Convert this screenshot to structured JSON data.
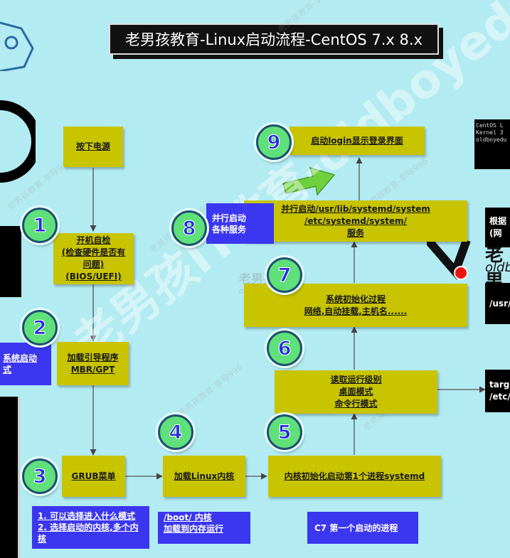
{
  "title": "老男孩教育-Linux启动流程-CentOS 7.x 8.x",
  "steps": {
    "power": "按下电源",
    "post": [
      "开机自检",
      "(检查硬件是否有",
      "问题)",
      "(BIOS/UEFI)"
    ],
    "bootloader": [
      "加载引导程序",
      "MBR/GPT"
    ],
    "grub": "GRUB菜单",
    "kernel": "加载Linux内核",
    "systemd": "内核初始化启动第1个进程systemd",
    "runlevel": [
      "读取运行级别",
      "桌面模式",
      "命令行模式"
    ],
    "sysinit": [
      "系统初始化过程",
      "网络,自动挂载,主机名......"
    ],
    "services": [
      "并行启动/usr/lib/systemd/system",
      "/etc/systemd/system/",
      "服务"
    ],
    "login": "启动login显示登录界面"
  },
  "notes": {
    "parallel": [
      "并行启动",
      "各种服务"
    ],
    "left_system": [
      "系统启动",
      "式"
    ],
    "grub_note": [
      "1. 可以选择进入什么模式",
      "2. 选择启动的内核,多个内",
      "核"
    ],
    "kernel_note": [
      "/boot/ 内核",
      "加载到内存运行"
    ],
    "c7_note": "C7 第一个启动的进程"
  },
  "right_side": {
    "rule": [
      "根据",
      "(网"
    ],
    "usr": "/usr/",
    "target": [
      "targ",
      "/etc/"
    ],
    "terminal": [
      "CentOS L",
      "Kernel 3",
      "",
      "oldboyedu"
    ],
    "logo_text": "oldb",
    "logo_cn": "老男"
  },
  "circles": [
    "1",
    "2",
    "3",
    "4",
    "5",
    "6",
    "7",
    "8",
    "9"
  ],
  "watermark": {
    "main": "老男孩IT教育-oldboyedu.com",
    "small": "老男孩教育-李导996",
    "logo_cn": "老男孩教育",
    "logo_en": "oldboyedu.com"
  },
  "colors": {
    "background": "#b3ebf2",
    "step_box": "#c8c400",
    "note_box": "#3b36f0",
    "circle_fill": "#5fe07a",
    "circle_text": "#2a2ae0"
  }
}
